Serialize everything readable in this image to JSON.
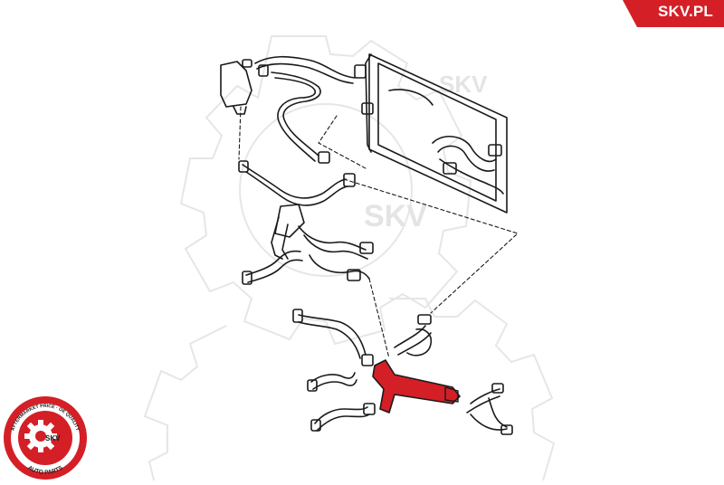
{
  "brand": {
    "name": "SKV.PL",
    "color": "#d41f26"
  },
  "watermark": {
    "text": "SKV"
  },
  "logo": {
    "center_text": "SKV",
    "ring_text_top": "AFTERMARKET PRICE · OE QUALITY",
    "ring_text_bottom": "AUTO PARTS",
    "color": "#d41f26"
  },
  "diagram": {
    "line_color": "#1a1a1a",
    "highlight_color": "#d41f26",
    "highlighted_part": "coolant-pipe"
  }
}
